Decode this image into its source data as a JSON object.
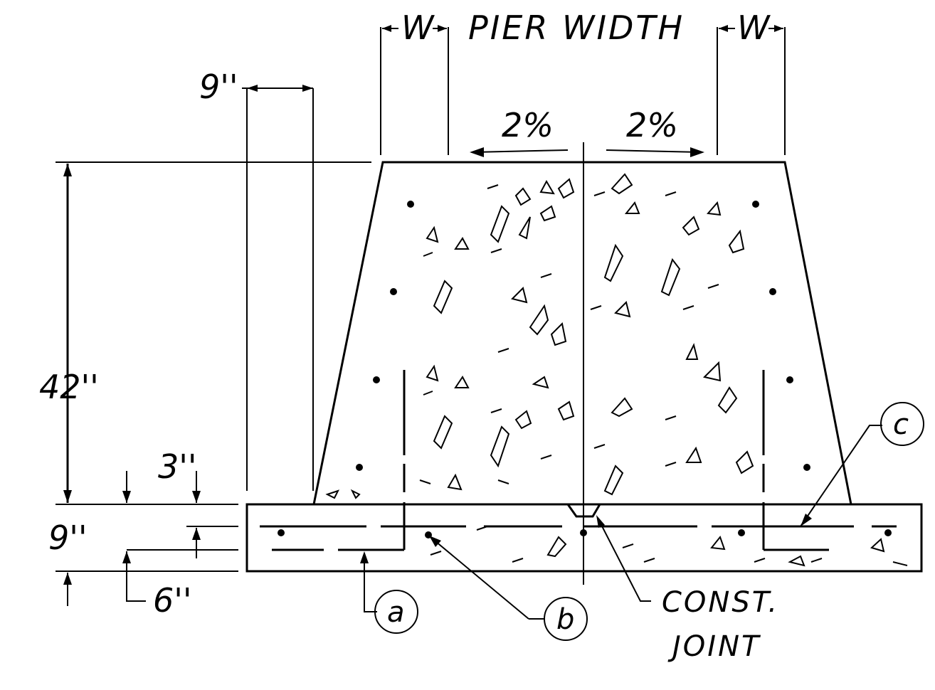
{
  "labels": {
    "pier_width": "PIER WIDTH",
    "w_left": "W",
    "w_right": "W",
    "slope_left": "2%",
    "slope_right": "2%",
    "dim_top_offset": "9''",
    "dim_height": "42''",
    "dim_base_offset": "3''",
    "dim_slab_upper": "9''",
    "dim_slab_lower": "6''",
    "const_joint_line1": "CONST.",
    "const_joint_line2": "JOINT"
  },
  "callouts": {
    "a": "a",
    "b": "b",
    "c": "c"
  },
  "colors": {
    "ink": "#000000",
    "paper": "#ffffff"
  }
}
